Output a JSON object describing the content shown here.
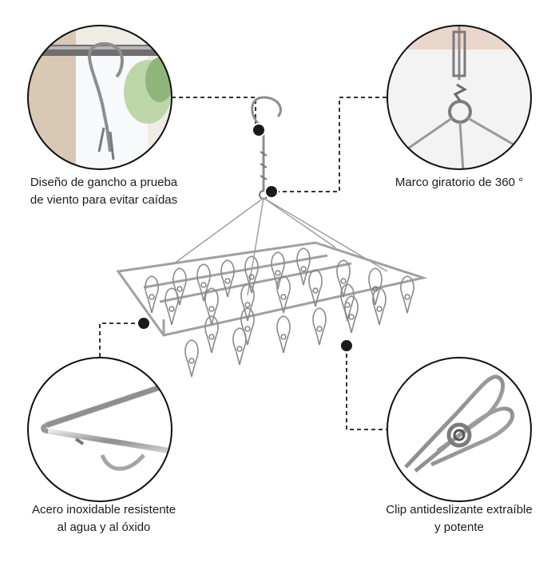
{
  "features": {
    "hook": {
      "line1": "Diseño de gancho a prueba",
      "line2": "de viento para evitar caídas"
    },
    "swivel": {
      "line1": "Marco giratorio de 360 °"
    },
    "steel": {
      "line1": "Acero inoxidable resistente",
      "line2": "al agua y al óxido"
    },
    "clip": {
      "line1": "Clip antideslizante extraíble",
      "line2": "y potente"
    }
  },
  "colors": {
    "background": "#ffffff",
    "text": "#1c1c1c",
    "metal": "#9a9a9a",
    "leader_line": "#333333",
    "marker": "#1a1a1a"
  },
  "icons": [
    "hook-detail-photo",
    "swivel-detail-photo",
    "frame-detail-photo",
    "clip-detail-photo",
    "hanger-product-image"
  ]
}
